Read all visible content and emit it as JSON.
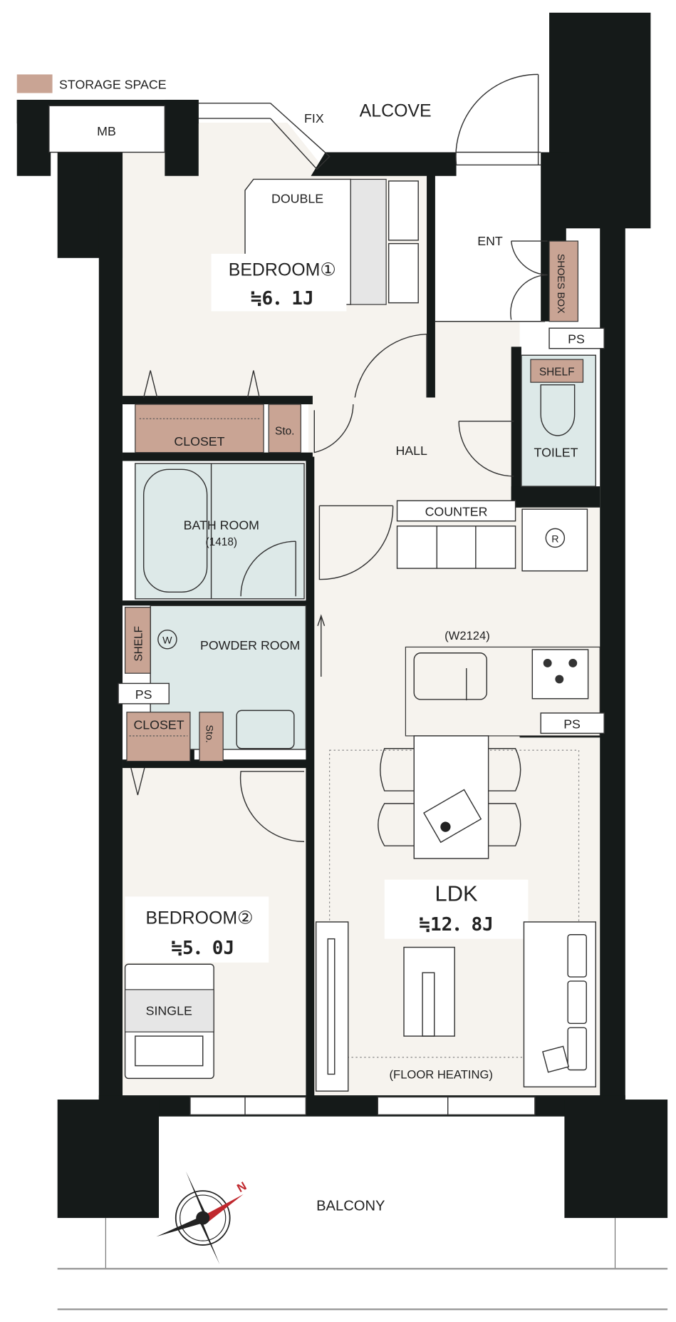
{
  "legend": {
    "storage_label": "STORAGE SPACE",
    "storage_color": "#c9a494"
  },
  "labels": {
    "mb": "MB",
    "fix": "FIX",
    "alcove": "ALCOVE",
    "double": "DOUBLE",
    "bedroom1": "BEDROOM①",
    "bedroom1_area": "≒6．1J",
    "ent": "ENT",
    "shoes_box": "SHOES BOX",
    "ps_top": "PS",
    "shelf_toilet": "SHELF",
    "toilet": "TOILET",
    "closet1": "CLOSET",
    "sto1": "Sto.",
    "hall": "HALL",
    "counter": "COUNTER",
    "fridge": "R",
    "bath_room": "BATH ROOM",
    "bath_size": "(1418)",
    "shelf_powder": "SHELF",
    "washer": "W",
    "powder_room": "POWDER ROOM",
    "ps_left": "PS",
    "closet2": "CLOSET",
    "sto2": "Sto.",
    "kitchen_width": "(W2124)",
    "ps_right": "PS",
    "ldk": "LDK",
    "ldk_area": "≒12．8J",
    "bedroom2": "BEDROOM②",
    "bedroom2_area": "≒5．0J",
    "single": "SINGLE",
    "floor_heating": "(FLOOR HEATING)",
    "balcony": "BALCONY",
    "north": "N"
  },
  "colors": {
    "wall": "#151a19",
    "floor": "#f6f3ee",
    "wet": "#dde9e8",
    "north": "#c0272d"
  }
}
